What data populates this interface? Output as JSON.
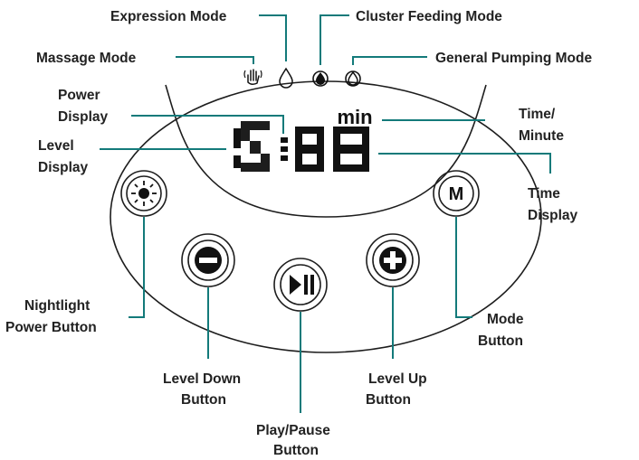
{
  "labels": {
    "massage_mode": "Massage Mode",
    "expression_mode": "Expression Mode",
    "cluster_feeding_mode": "Cluster Feeding Mode",
    "general_pumping_mode": "General Pumping Mode",
    "power_display": [
      "Power",
      "Display"
    ],
    "level_display": [
      "Level",
      "Display"
    ],
    "time_minute": [
      "Time/",
      "Minute"
    ],
    "time_display": [
      "Time",
      "Display"
    ],
    "nightlight_power_button": [
      "Nightlight",
      "Power Button"
    ],
    "mode_button": [
      "Mode",
      "Button"
    ],
    "level_down_button": [
      "Level Down",
      "Button"
    ],
    "level_up_button": [
      "Level Up",
      "Button"
    ],
    "play_pause_button": [
      "Play/Pause",
      "Button"
    ]
  },
  "display": {
    "minute_unit": "min",
    "mode_key": "M"
  },
  "icons": {
    "massage": "hand-icon",
    "expression": "drop-outline-icon",
    "cluster_feeding": "filled-drop-icon",
    "general_pumping": "drop-in-circle-icon",
    "nightlight": "sun-icon",
    "level_down": "minus-icon",
    "level_up": "plus-icon",
    "play_pause": "play-pause-icon"
  },
  "colors": {
    "leader_line": "#137a7a",
    "outline": "#1d1d1d",
    "text": "#222222"
  }
}
